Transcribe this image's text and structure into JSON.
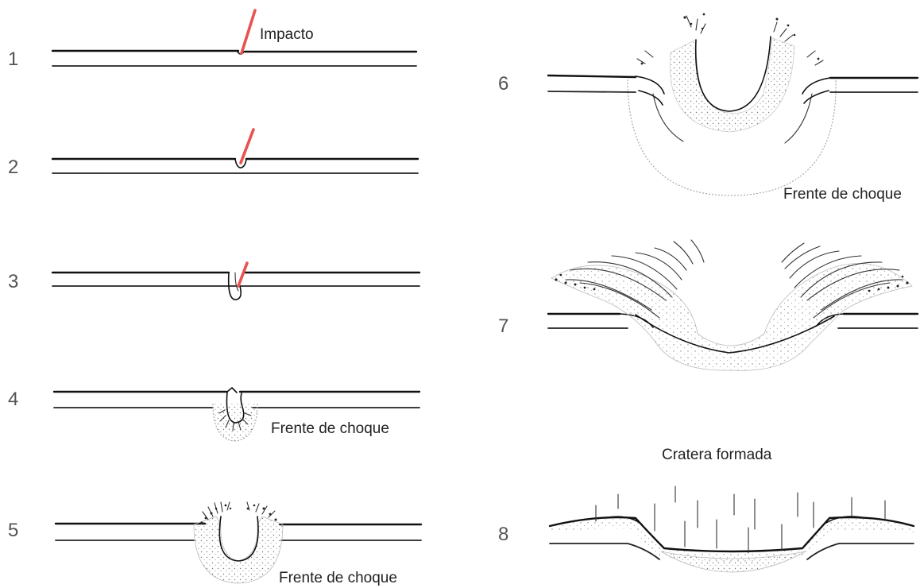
{
  "colors": {
    "projectile": "#e8524f",
    "ink": "#111111",
    "numbers": "#555555"
  },
  "stages": [
    {
      "number": "1",
      "label": "Impacto"
    },
    {
      "number": "2",
      "label": ""
    },
    {
      "number": "3",
      "label": ""
    },
    {
      "number": "4",
      "label": "Frente de choque"
    },
    {
      "number": "5",
      "label": "Frente de choque"
    },
    {
      "number": "6",
      "label": "Frente de choque"
    },
    {
      "number": "7",
      "label": ""
    },
    {
      "number": "8",
      "label": ""
    }
  ],
  "crater_caption": "Cratera formada"
}
